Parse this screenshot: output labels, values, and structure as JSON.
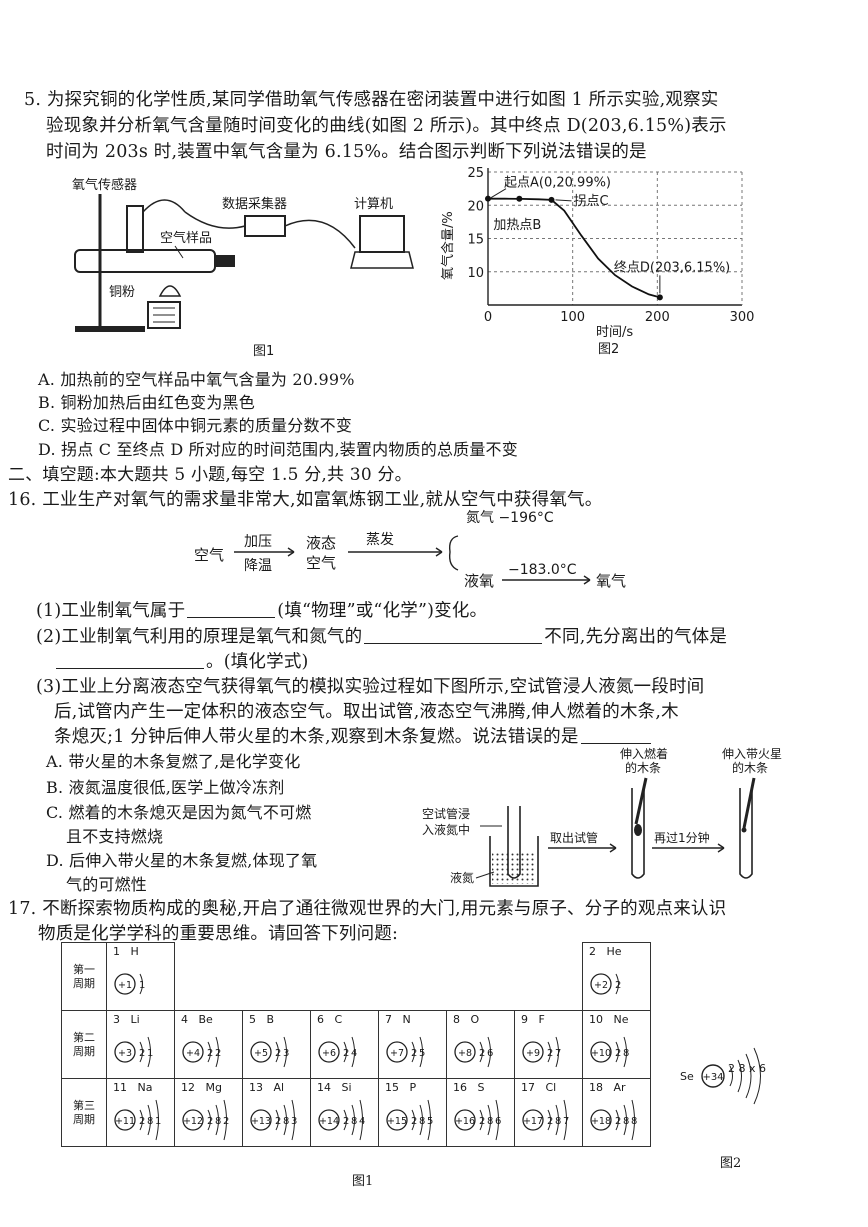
{
  "q15": {
    "line1": "5. 为探究铜的化学性质,某同学借助氧气传感器在密闭装置中进行如图 1 所示实验,观察实",
    "line2": "验现象并分析氧气含量随时间变化的曲线(如图 2 所示)。其中终点 D(203,6.15%)表示",
    "line3": "时间为 203s 时,装置中氧气含量为 6.15%。结合图示判断下列说法错误的是",
    "fig1": {
      "sensor": "氧气传感器",
      "collector": "数据采集器",
      "computer": "计算机",
      "air": "空气样品",
      "copper": "铜粉",
      "caption": "图1"
    },
    "fig2": {
      "ylabel": "氧气含量/%",
      "xlabel": "时间/s",
      "caption": "图2",
      "labelA": "起点A(0,20.99%)",
      "labelB": "加热点B",
      "labelC": "拐点C",
      "labelD": "终点D(203,6.15%)"
    },
    "options": [
      "A. 加热前的空气样品中氧气含量为 20.99%",
      "B. 铜粉加热后由红色变为黑色",
      "C. 实验过程中固体中铜元素的质量分数不变",
      "D. 拐点 C 至终点 D 所对应的时间范围内,装置内物质的总质量不变"
    ]
  },
  "chart_data": {
    "type": "line",
    "xlabel": "时间/s",
    "ylabel": "氧气含量/%",
    "xlim": [
      0,
      300
    ],
    "ylim": [
      5,
      25
    ],
    "xticks": [
      "0",
      "100",
      "200",
      "300"
    ],
    "yticks": [
      "10",
      "15",
      "20",
      "25"
    ],
    "grid": true,
    "series": [
      {
        "x": [
          0,
          20,
          40,
          60,
          75,
          90,
          110,
          130,
          150,
          170,
          190,
          203
        ],
        "y": [
          20.99,
          20.99,
          20.95,
          20.9,
          20.8,
          19.2,
          15.5,
          12.0,
          9.5,
          7.8,
          6.6,
          6.15
        ]
      }
    ],
    "points": [
      {
        "label": "A",
        "x": 0,
        "y": 20.99
      },
      {
        "label": "B",
        "x": 37,
        "y": 20.97
      },
      {
        "label": "C",
        "x": 75,
        "y": 20.8
      },
      {
        "label": "D",
        "x": 203,
        "y": 6.15
      }
    ]
  },
  "section2": "二、填空题:本大题共 5 小题,每空 1.5 分,共 30 分。",
  "q16": {
    "stem": "16. 工业生产对氧气的需求量非常大,如富氧炼钢工业,就从空气中获得氧气。",
    "flow": {
      "air": "空气",
      "step1_top": "加压",
      "step1_bottom": "降温",
      "liquid_air_1": "液态",
      "liquid_air_2": "空气",
      "evaporate": "蒸发",
      "nitrogen": "氮气 −196°C",
      "liquid_oxygen": "液氧",
      "temp": "−183.0°C",
      "oxygen": "氧气"
    },
    "p1_a": "(1)工业制氧气属于",
    "p1_b": "(填“物理”或“化学”)变化。",
    "p2_a": "(2)工业制氧气利用的原理是氧气和氮气的",
    "p2_b": "不同,先分离出的气体是",
    "p2_c": "。(填化学式)",
    "p3_l1": "(3)工业上分离液态空气获得氧气的模拟实验过程如下图所示,空试管浸人液氮一段时间",
    "p3_l2": "后,试管内产生一定体积的液态空气。取出试管,液态空气沸腾,伸人燃着的木条,木",
    "p3_l3": "条熄灭;1 分钟后伸人带火星的木条,观察到木条复燃。说法错误的是",
    "opt_a": "A. 带火星的木条复燃了,是化学变化",
    "opt_b": "B. 液氮温度很低,医学上做冷冻剂",
    "opt_c1": "C. 燃着的木条熄灭是因为氮气不可燃",
    "opt_c2": "且不支持燃烧",
    "opt_d1": "D. 后伸入带火星的木条复燃,体现了氧",
    "opt_d2": "气的可燃性",
    "fig": {
      "tube_label1": "空试管浸",
      "tube_label2": "入液氮中",
      "ln2": "液氮",
      "take_out": "取出试管",
      "wait": "再过1分钟",
      "burning1": "伸入燃着",
      "burning2": "的木条",
      "glowing1": "伸入带火星",
      "glowing2": "的木条"
    }
  },
  "q17": {
    "line1": "17. 不断探索物质构成的奥秘,开启了通往微观世界的大门,用元素与原子、分子的观点来认识",
    "line2": "物质是化学学科的重要思维。请回答下列问题:",
    "periods": [
      "第一周期",
      "第二周期",
      "第三周期"
    ],
    "row1": [
      {
        "num": "1",
        "sym": "H",
        "nuc": "+1",
        "shells": "1"
      },
      {
        "num": "2",
        "sym": "He",
        "nuc": "+2",
        "shells": "2"
      }
    ],
    "row2": [
      {
        "num": "3",
        "sym": "Li",
        "nuc": "+3",
        "shells": "2 1"
      },
      {
        "num": "4",
        "sym": "Be",
        "nuc": "+4",
        "shells": "2 2"
      },
      {
        "num": "5",
        "sym": "B",
        "nuc": "+5",
        "shells": "2 3"
      },
      {
        "num": "6",
        "sym": "C",
        "nuc": "+6",
        "shells": "2 4"
      },
      {
        "num": "7",
        "sym": "N",
        "nuc": "+7",
        "shells": "2 5"
      },
      {
        "num": "8",
        "sym": "O",
        "nuc": "+8",
        "shells": "2 6"
      },
      {
        "num": "9",
        "sym": "F",
        "nuc": "+9",
        "shells": "2 7"
      },
      {
        "num": "10",
        "sym": "Ne",
        "nuc": "+10",
        "shells": "2 8"
      }
    ],
    "row3": [
      {
        "num": "11",
        "sym": "Na",
        "nuc": "+11",
        "shells": "2 8 1"
      },
      {
        "num": "12",
        "sym": "Mg",
        "nuc": "+12",
        "shells": "2 8 2"
      },
      {
        "num": "13",
        "sym": "Al",
        "nuc": "+13",
        "shells": "2 8 3"
      },
      {
        "num": "14",
        "sym": "Si",
        "nuc": "+14",
        "shells": "2 8 4"
      },
      {
        "num": "15",
        "sym": "P",
        "nuc": "+15",
        "shells": "2 8 5"
      },
      {
        "num": "16",
        "sym": "S",
        "nuc": "+16",
        "shells": "2 8 6"
      },
      {
        "num": "17",
        "sym": "Cl",
        "nuc": "+17",
        "shells": "2 8 7"
      },
      {
        "num": "18",
        "sym": "Ar",
        "nuc": "+18",
        "shells": "2 8 8"
      }
    ],
    "fig1_caption": "图1",
    "se": {
      "sym": "Se",
      "nuc": "+34",
      "shells": "2 8 x 6"
    },
    "fig2_caption": "图2"
  }
}
